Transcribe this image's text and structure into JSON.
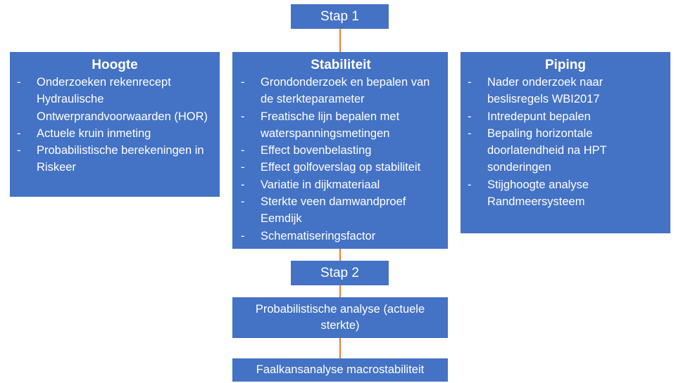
{
  "steps": {
    "step1": "Stap 1",
    "step2": "Stap 2"
  },
  "columns": [
    {
      "title": "Hoogte",
      "items": [
        "Onderzoeken rekenrecept Hydraulische Ontwerprandvoorwaarden (HOR)",
        "Actuele kruin inmeting",
        "Probabilistische berekeningen in Riskeer"
      ]
    },
    {
      "title": "Stabiliteit",
      "items": [
        "Grondonderzoek en bepalen van de sterkteparameter",
        "Freatische lijn bepalen met waterspanningsmetingen",
        "Effect bovenbelasting",
        "Effect golfoverslag op stabiliteit",
        "Variatie in dijkmateriaal",
        "Sterkte veen damwandproef Eemdijk",
        "Schematiseringsfactor"
      ]
    },
    {
      "title": "Piping",
      "items": [
        "Nader onderzoek naar beslisregels WBI2017",
        "Intredepunt bepalen",
        "Bepaling horizontale doorlatendheid na HPT sonderingen",
        "Stijghoogte analyse Randmeersysteem"
      ]
    }
  ],
  "results": {
    "probabilistic": "Probabilistische analyse (actuele sterkte)",
    "failure": "Faalkansanalyse macrostabiliteit"
  },
  "colors": {
    "box_fill": "#4472c4",
    "connector": "#ed7d31",
    "text": "#ffffff"
  }
}
